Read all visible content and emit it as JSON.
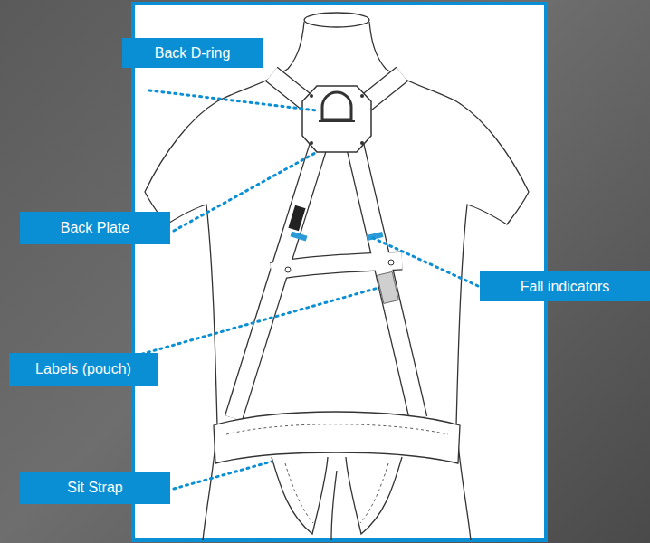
{
  "diagram": {
    "nodes": [
      {
        "text": [
          "Back D-ring"
        ]
      },
      {
        "text": [
          "Back Plate"
        ]
      },
      {
        "text": [
          "Fall indicators"
        ]
      },
      {
        "text": [
          "Labels (pouch)"
        ]
      },
      {
        "text": [
          "Sit Strap"
        ]
      }
    ]
  }
}
